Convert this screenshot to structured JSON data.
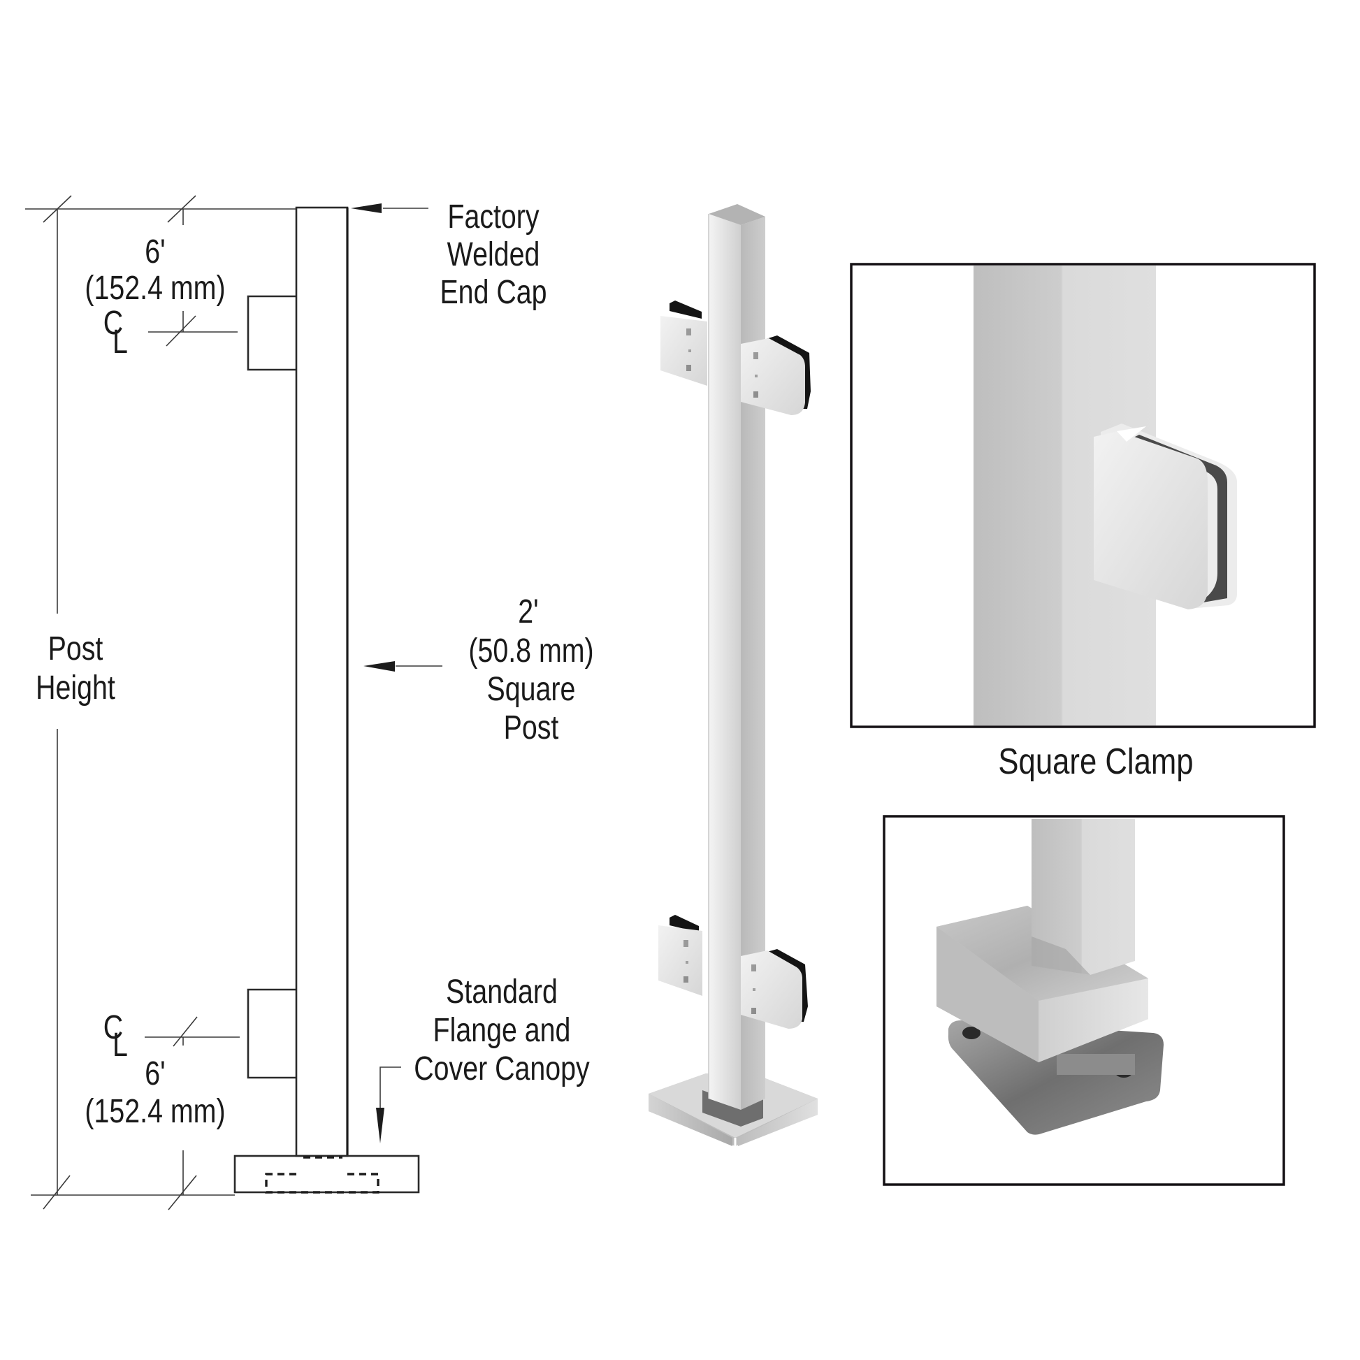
{
  "drawing": {
    "top_offset": {
      "imperial": "6'",
      "metric": "(152.4 mm)",
      "centerline_symbol_c": "C",
      "centerline_symbol_l": "L"
    },
    "bottom_offset": {
      "imperial": "6'",
      "metric": "(152.4 mm)",
      "centerline_symbol_c": "C",
      "centerline_symbol_l": "L"
    },
    "post_height_label": [
      "Post",
      "Height"
    ],
    "end_cap_label": [
      "Factory",
      "Welded",
      "End Cap"
    ],
    "post_size_label": {
      "imperial": "2'",
      "metric": "(50.8 mm)",
      "line3": "Square",
      "line4": "Post"
    },
    "flange_label": [
      "Standard",
      "Flange and",
      "Cover Canopy"
    ]
  },
  "photos": {
    "clamp_detail_caption": "Square Clamp",
    "flange_detail_caption": ""
  },
  "colors": {
    "line": "#1c1c1c",
    "frame": "#141014",
    "steel_light": "#e6e6e6",
    "steel_mid": "#c4c4c4",
    "steel_dark": "#8a8a8a",
    "gasket": "#141414"
  }
}
